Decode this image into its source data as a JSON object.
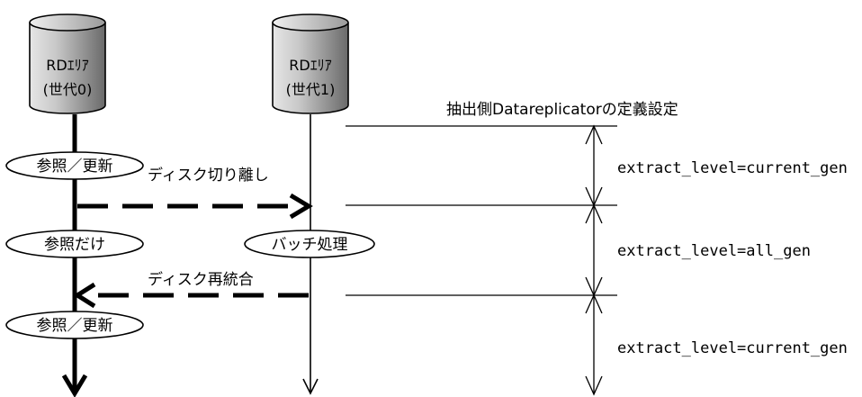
{
  "colors": {
    "cylinder_light": "#e4e4e4",
    "cylinder_dark": "#6a6a6a",
    "line": "#000000",
    "background": "#ffffff"
  },
  "left_db": {
    "line1": "RDｴﾘｱ",
    "line2": "(世代0)"
  },
  "right_db": {
    "line1": "RDｴﾘｱ",
    "line2": "(世代1)"
  },
  "left_states": {
    "state1": "参照／更新",
    "state2": "参照だけ",
    "state3": "参照／更新"
  },
  "right_state": "バッチ処理",
  "arrows": {
    "split": "ディスク切り離し",
    "rejoin": "ディスク再統合"
  },
  "definition": {
    "title": "抽出側Datareplicatorの定義設定",
    "level1": "extract_level=current_gen",
    "level2": "extract_level=all_gen",
    "level3": "extract_level=current_gen"
  }
}
